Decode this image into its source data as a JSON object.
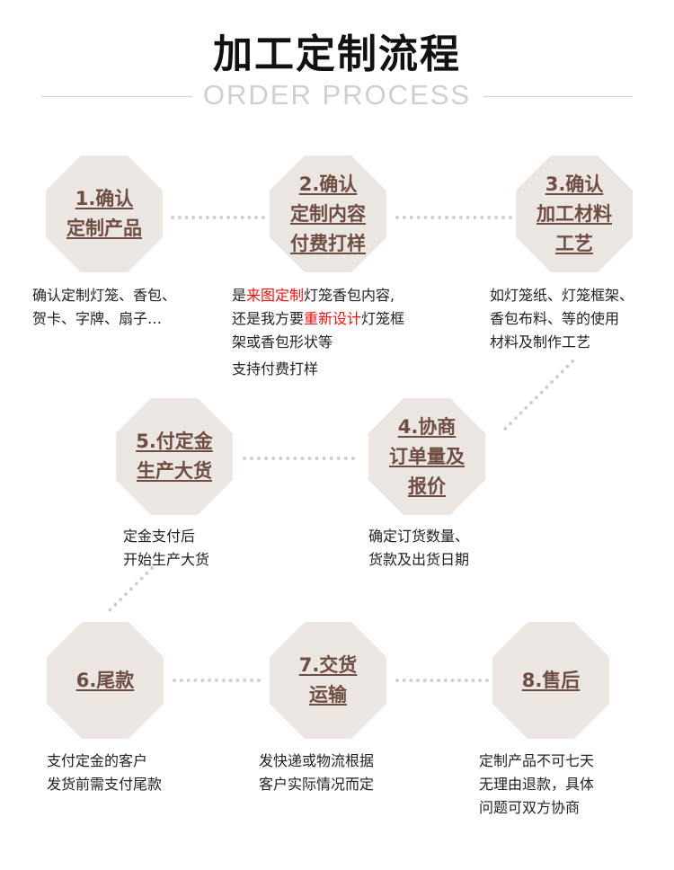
{
  "header": {
    "title": "加工定制流程",
    "subtitle": "ORDER PROCESS"
  },
  "steps": [
    {
      "label": "1.确认\n定制产品",
      "desc": [
        "确认定制灯笼、香包、",
        "贺卡、字牌、扇子…"
      ]
    },
    {
      "label": "2.确认\n定制内容\n付费打样",
      "desc_parts": {
        "l1a": "是",
        "l1b": "来图定制",
        "l1c": "灯笼香包内容,",
        "l2a": "还是我方要",
        "l2b": "重新设计",
        "l2c": "灯笼框",
        "l3": "架或香包形状等",
        "l4": "支持付费打样"
      }
    },
    {
      "label": "3.确认\n加工材料\n工艺",
      "desc": [
        "如灯笼纸、灯笼框架、",
        "香包布料、等的使用",
        "材料及制作工艺"
      ]
    },
    {
      "label": "4.协商\n订单量及\n报价",
      "desc": [
        "确定订货数量、",
        "货款及出货日期"
      ]
    },
    {
      "label": "5.付定金\n生产大货",
      "desc": [
        "定金支付后",
        "开始生产大货"
      ]
    },
    {
      "label": "6.尾款",
      "desc": [
        "支付定金的客户",
        "发货前需支付尾款"
      ]
    },
    {
      "label": "7.交货\n运输",
      "desc": [
        "发快递或物流根据",
        "客户实际情况而定"
      ]
    },
    {
      "label": "8.售后",
      "desc": [
        "定制产品不可七天",
        "无理由退款，具体",
        "问题可双方协商"
      ]
    }
  ],
  "colors": {
    "octagon_fill": "#ece6e3",
    "label_text": "#6e4d43",
    "highlight": "#ee1111",
    "connector": "#cfcfcf"
  }
}
